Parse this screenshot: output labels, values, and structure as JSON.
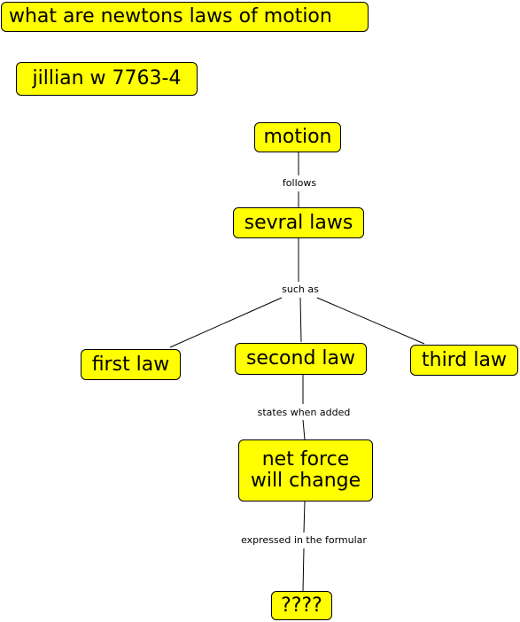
{
  "colors": {
    "node_fill": "#ffff00",
    "node_border": "#000000",
    "link_color": "#000000",
    "background": "#ffffff"
  },
  "title": "what are newtons laws of motion",
  "author": "jillian w 7763-4",
  "nodes": {
    "motion": "motion",
    "several_laws": "sevral laws",
    "first_law": "first law",
    "second_law": "second law",
    "third_law": "third law",
    "net_force": "net force\nwill change",
    "unknown": "????"
  },
  "links": {
    "follows": "follows",
    "such_as": "such as",
    "states_when_added": "states when added",
    "expressed_in": "expressed in the formular"
  }
}
